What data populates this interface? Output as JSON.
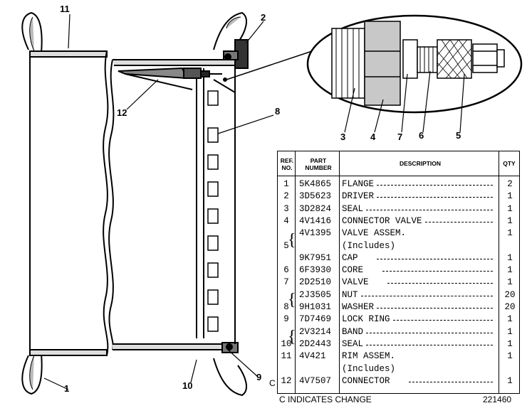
{
  "callouts": [
    "11",
    "2",
    "12",
    "8",
    "3",
    "4",
    "7",
    "6",
    "5",
    "1",
    "10",
    "9"
  ],
  "table": {
    "header": {
      "ref": "REF. NO.",
      "part": "PART NUMBER",
      "desc": "DESCRIPTION",
      "qty": "QTY"
    },
    "rows": [
      {
        "ref": "1",
        "part": "5K4865",
        "desc": "FLANGE",
        "qty": "2",
        "leader": true
      },
      {
        "ref": "2",
        "part": "3D5623",
        "desc": "DRIVER",
        "qty": "1",
        "leader": true
      },
      {
        "ref": "3",
        "part": "3D2824",
        "desc": "SEAL",
        "qty": "1",
        "leader": true
      },
      {
        "ref": "4",
        "part": "4V1416",
        "desc": "CONNECTOR VALVE",
        "qty": "1",
        "leader": true
      },
      {
        "ref": "",
        "part": "4V1395",
        "desc": "VALVE ASSEM.",
        "qty": "1",
        "leader": false
      },
      {
        "ref": "5",
        "part": "",
        "desc": "   (Includes)",
        "qty": "",
        "leader": false
      },
      {
        "ref": "",
        "part": "9K7951",
        "desc": "   CAP",
        "qty": "1",
        "leader": true
      },
      {
        "ref": "6",
        "part": "6F3930",
        "desc": "   CORE",
        "qty": "1",
        "leader": true
      },
      {
        "ref": "7",
        "part": "2D2510",
        "desc": "   VALVE",
        "qty": "1",
        "leader": true
      },
      {
        "ref": "",
        "part": "2J3505",
        "desc": "NUT",
        "qty": "20",
        "leader": true
      },
      {
        "ref": "8",
        "part": "9H1031",
        "desc": "WASHER",
        "qty": "20",
        "leader": true
      },
      {
        "ref": "9",
        "part": "7D7469",
        "desc": "LOCK RING",
        "qty": "1",
        "leader": true
      },
      {
        "ref": "",
        "part": "2V3214",
        "desc": "BAND",
        "qty": "1",
        "leader": true
      },
      {
        "ref": "10",
        "part": "2D2443",
        "desc": "SEAL",
        "qty": "1",
        "leader": true
      },
      {
        "ref": "11",
        "part": "4V421",
        "desc": "RIM ASSEM.",
        "qty": "1",
        "leader": false
      },
      {
        "ref": "",
        "part": "",
        "desc": "   (Includes)",
        "qty": "",
        "leader": false
      },
      {
        "ref": "12",
        "part": "4V7507",
        "desc": "   CONNECTOR",
        "qty": "1",
        "leader": true
      }
    ],
    "change_marker": "C"
  },
  "footer": {
    "note": "C INDICATES CHANGE",
    "number": "221460"
  }
}
